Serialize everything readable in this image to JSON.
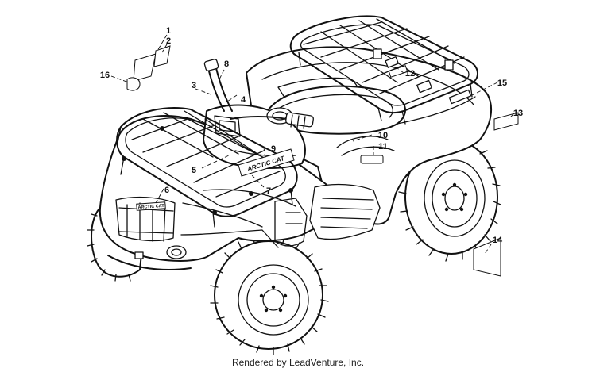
{
  "diagram": {
    "brand_logo_text": "ARCTIC CAT",
    "grille_badge_text": "ARCTIC CAT",
    "callouts": [
      "1",
      "2",
      "3",
      "4",
      "5",
      "6",
      "7",
      "8",
      "9",
      "10",
      "11",
      "12",
      "13",
      "14",
      "15",
      "16"
    ]
  },
  "footer": {
    "caption": "Rendered by LeadVenture, Inc."
  }
}
